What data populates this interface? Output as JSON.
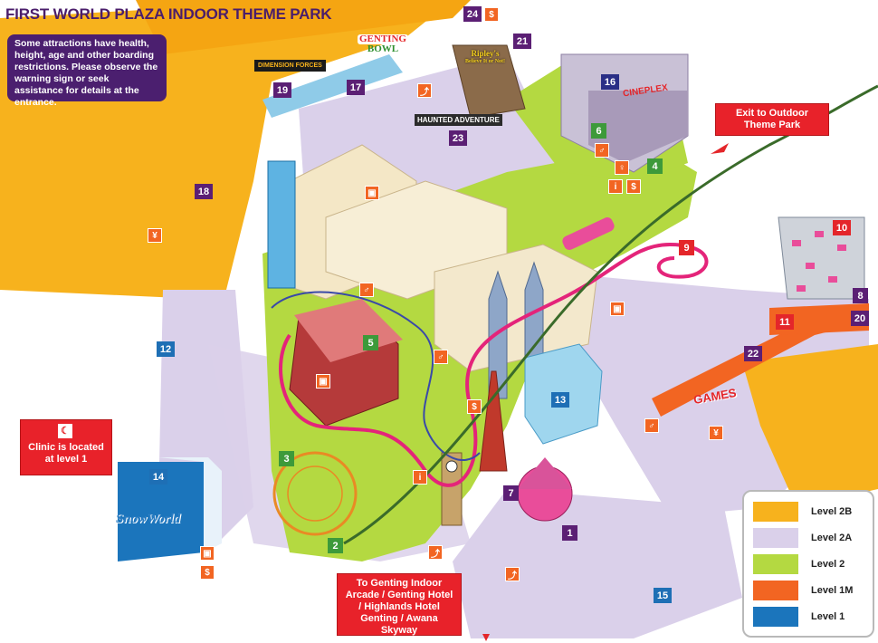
{
  "title": "FIRST WORLD PLAZA INDOOR THEME PARK",
  "notice": "Some attractions have health, height, age and other boarding restrictions. Please observe the warning sign or seek assistance for details at the entrance.",
  "clinic": "Clinic is located at level 1",
  "exit_outdoor": "Exit to Outdoor Theme Park",
  "exit_indoor": "To Genting Indoor Arcade / Genting Hotel / Highlands Hotel Genting / Awana Skyway",
  "logos": {
    "genting_bowl_1": "GENTING",
    "genting_bowl_2": "BOWL",
    "cineplex": "CINEPLEX",
    "ripleys_1": "Ripley's",
    "ripleys_2": "Believe It or Not!",
    "haunted": "HAUNTED ADVENTURE",
    "snowworld": "SnowWorld",
    "games": "GAMES",
    "dimension": "DIMENSION FORCES"
  },
  "attractions": [
    "1",
    "2",
    "3",
    "4",
    "5",
    "6",
    "7",
    "8",
    "9",
    "10",
    "11",
    "12",
    "13",
    "14",
    "15",
    "16",
    "17",
    "18",
    "19",
    "20",
    "21",
    "22",
    "23",
    "24"
  ],
  "legend": [
    {
      "label": "Level 2B",
      "color": "#f7b21d"
    },
    {
      "label": "Level 2A",
      "color": "#dad0ea"
    },
    {
      "label": "Level 2",
      "color": "#b4d941"
    },
    {
      "label": "Level 1M",
      "color": "#f26522"
    },
    {
      "label": "Level 1",
      "color": "#1b75bc"
    }
  ],
  "icons": {
    "food": "food-icon",
    "toilet": "toilet-icon",
    "shop": "shop-icon",
    "info": "info-icon",
    "money": "money-changer-icon",
    "escalator": "escalator-icon",
    "clinic": "clinic-icon"
  }
}
